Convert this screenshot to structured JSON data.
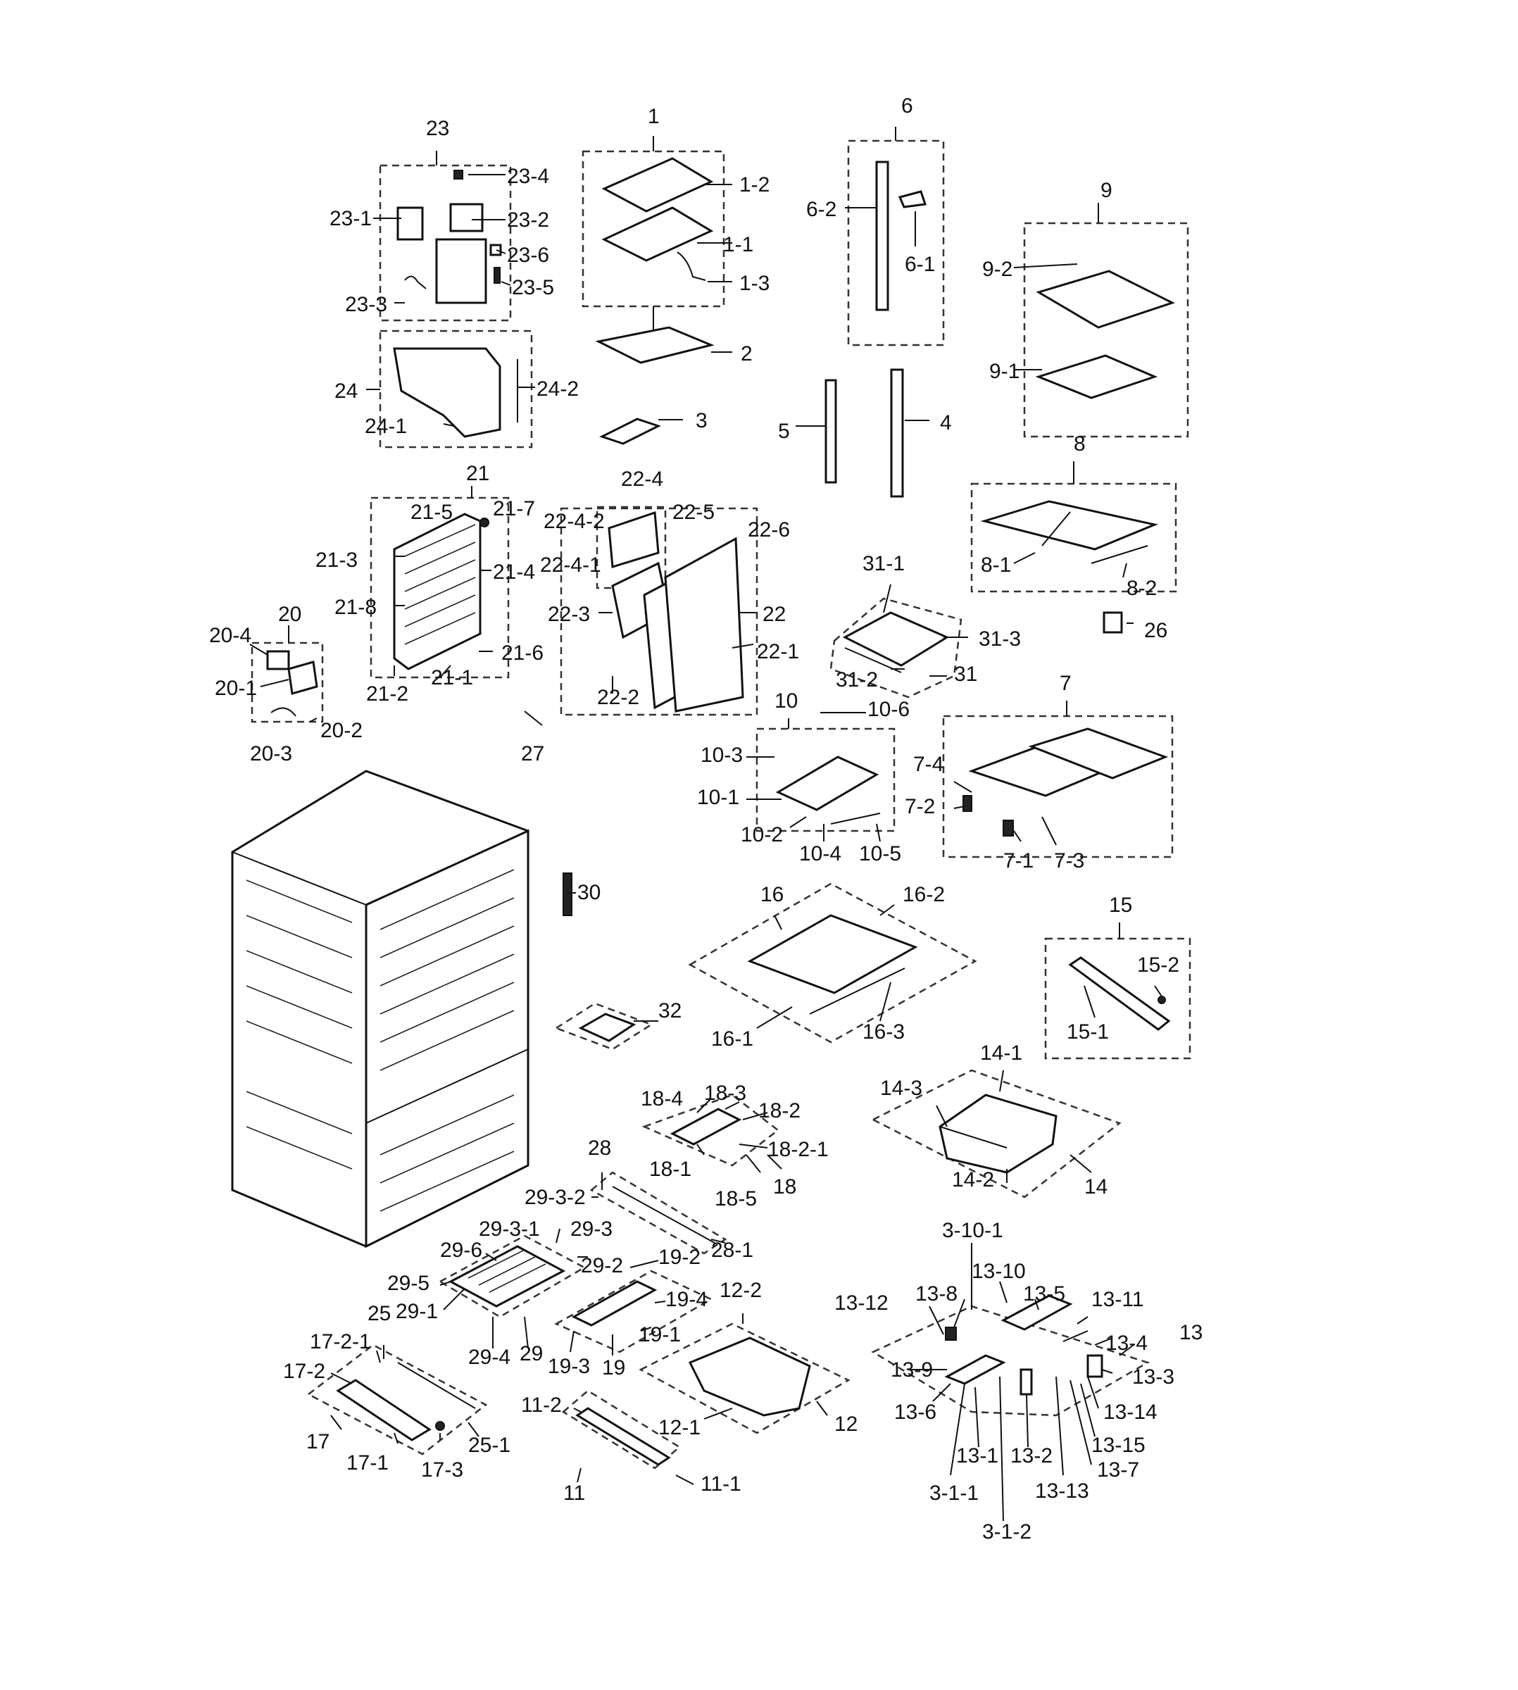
{
  "labels": {
    "l1": "1",
    "l1_1": "1-1",
    "l1_2": "1-2",
    "l1_3": "1-3",
    "l2": "2",
    "l3": "3",
    "l4": "4",
    "l5": "5",
    "l6": "6",
    "l6_1": "6-1",
    "l6_2": "6-2",
    "l7": "7",
    "l7_1": "7-1",
    "l7_2": "7-2",
    "l7_3": "7-3",
    "l7_4": "7-4",
    "l8": "8",
    "l8_1": "8-1",
    "l8_2": "8-2",
    "l9": "9",
    "l9_1": "9-1",
    "l9_2": "9-2",
    "l10": "10",
    "l10_1": "10-1",
    "l10_2": "10-2",
    "l10_3": "10-3",
    "l10_4": "10-4",
    "l10_5": "10-5",
    "l10_6": "10-6",
    "l11": "11",
    "l11_1": "11-1",
    "l11_2": "11-2",
    "l12": "12",
    "l12_1": "12-1",
    "l12_2": "12-2",
    "l13": "13",
    "l13_1": "13-1",
    "l13_2": "13-2",
    "l13_3": "13-3",
    "l13_4": "13-4",
    "l13_5": "13-5",
    "l13_6": "13-6",
    "l13_7": "13-7",
    "l13_8": "13-8",
    "l13_9": "13-9",
    "l13_10": "13-10",
    "l13_11": "13-11",
    "l13_12": "13-12",
    "l13_13": "13-13",
    "l13_14": "13-14",
    "l13_15": "13-15",
    "l3_10_1": "3-10-1",
    "l3_1_1": "3-1-1",
    "l3_1_2": "3-1-2",
    "l14": "14",
    "l14_1": "14-1",
    "l14_2": "14-2",
    "l14_3": "14-3",
    "l15": "15",
    "l15_1": "15-1",
    "l15_2": "15-2",
    "l16": "16",
    "l16_1": "16-1",
    "l16_2": "16-2",
    "l16_3": "16-3",
    "l17": "17",
    "l17_1": "17-1",
    "l17_2": "17-2",
    "l17_2_1": "17-2-1",
    "l17_3": "17-3",
    "l18": "18",
    "l18_1": "18-1",
    "l18_2": "18-2",
    "l18_2_1": "18-2-1",
    "l18_3": "18-3",
    "l18_4": "18-4",
    "l18_5": "18-5",
    "l19": "19",
    "l19_1": "19-1",
    "l19_2": "19-2",
    "l19_3": "19-3",
    "l19_4": "19-4",
    "l20": "20",
    "l20_1": "20-1",
    "l20_2": "20-2",
    "l20_3": "20-3",
    "l20_4": "20-4",
    "l21": "21",
    "l21_1": "21-1",
    "l21_2": "21-2",
    "l21_3": "21-3",
    "l21_4": "21-4",
    "l21_5": "21-5",
    "l21_6": "21-6",
    "l21_7": "21-7",
    "l21_8": "21-8",
    "l22": "22",
    "l22_1": "22-1",
    "l22_2": "22-2",
    "l22_3": "22-3",
    "l22_4": "22-4",
    "l22_4_1": "22-4-1",
    "l22_4_2": "22-4-2",
    "l22_5": "22-5",
    "l22_6": "22-6",
    "l23": "23",
    "l23_1": "23-1",
    "l23_2": "23-2",
    "l23_3": "23-3",
    "l23_4": "23-4",
    "l23_5": "23-5",
    "l23_6": "23-6",
    "l24": "24",
    "l24_1": "24-1",
    "l24_2": "24-2",
    "l25": "25",
    "l25_1": "25-1",
    "l26": "26",
    "l27": "27",
    "l28": "28",
    "l28_1": "28-1",
    "l29": "29",
    "l29_1": "29-1",
    "l29_2": "29-2",
    "l29_3": "29-3",
    "l29_3_1": "29-3-1",
    "l29_3_2": "29-3-2",
    "l29_4": "29-4",
    "l29_5": "29-5",
    "l29_6": "29-6",
    "l30": "30",
    "l31": "31",
    "l31_1": "31-1",
    "l31_2": "31-2",
    "l31_3": "31-3",
    "l32": "32"
  }
}
